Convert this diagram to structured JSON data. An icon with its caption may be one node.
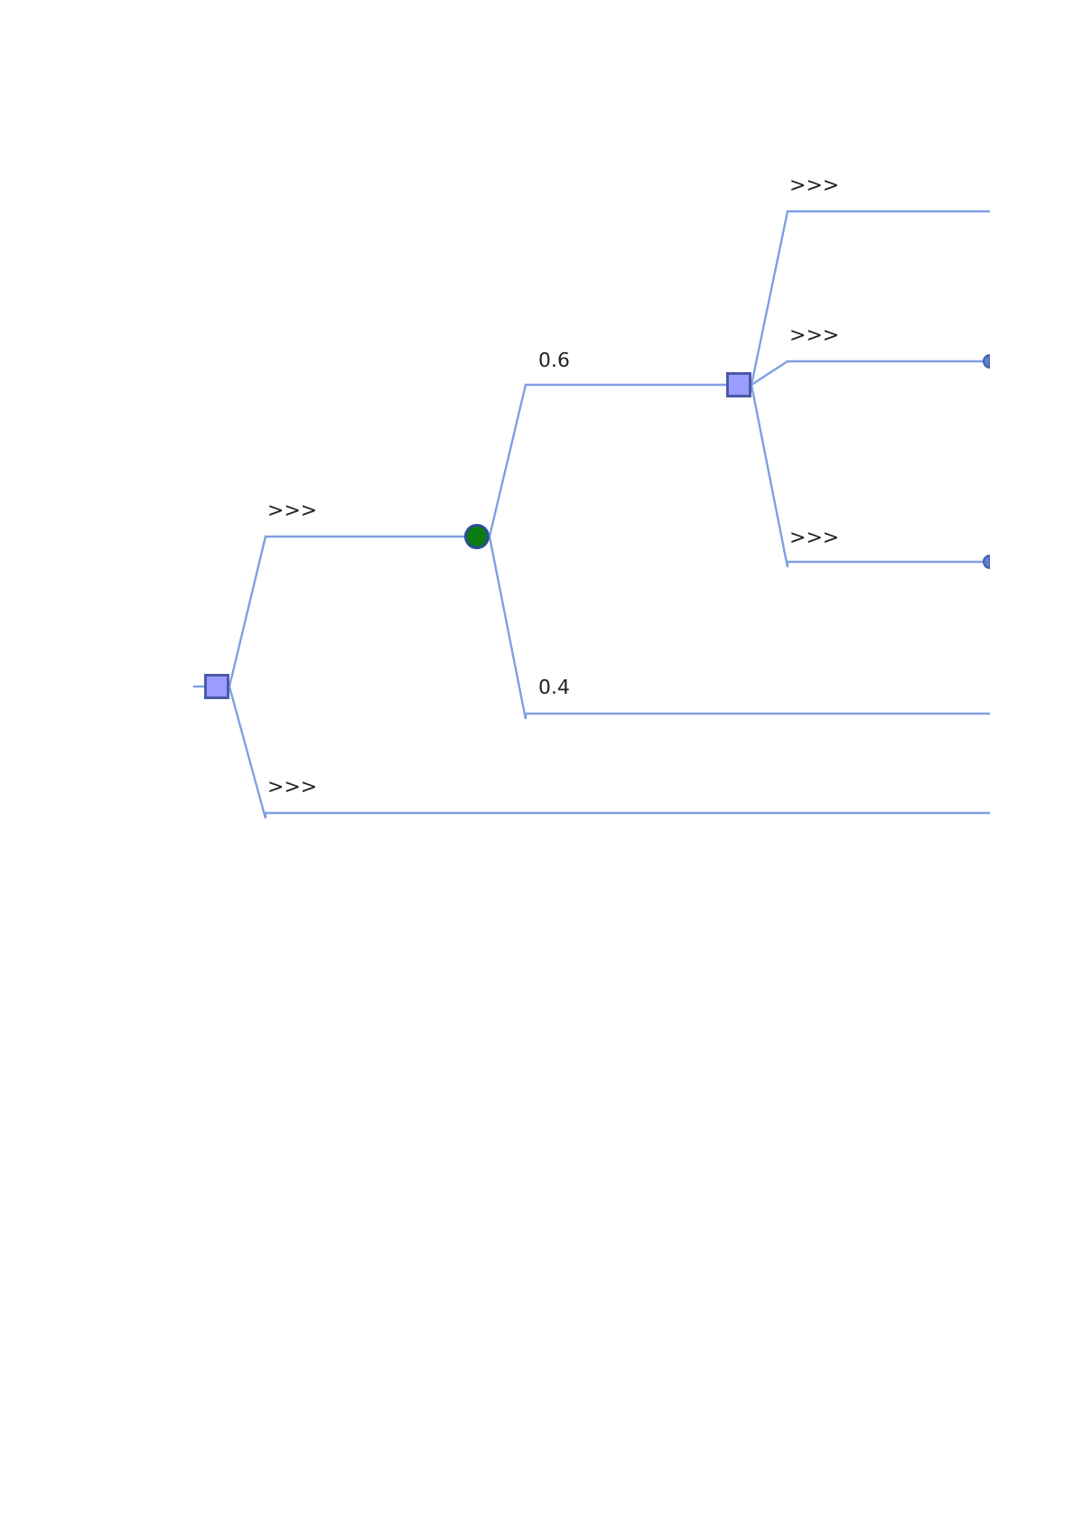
{
  "diagram": {
    "nodes": [
      {
        "text": [],
        "shape": "box"
      },
      {
        "text": [],
        "shape": "circle"
      },
      {
        "text": [],
        "shape": "box"
      },
      {
        "text": [],
        "shape": "circle"
      },
      {
        "text": [],
        "shape": "circle"
      }
    ],
    "edges": [
      {
        "from": null,
        "to": 0,
        "arrow": "none"
      },
      {
        "from": 0,
        "to": 1,
        "arrow": "none",
        "label": ">>>"
      },
      {
        "from": 0,
        "to": null,
        "arrow": "none",
        "label": ">>>"
      },
      {
        "from": 1,
        "to": 2,
        "arrow": "none",
        "label": "0.6"
      },
      {
        "from": 1,
        "to": null,
        "arrow": "none",
        "label": "0.4"
      },
      {
        "from": 2,
        "to": null,
        "arrow": "none",
        "label": ">>>"
      },
      {
        "from": 2,
        "to": 3,
        "arrow": "none",
        "label": ">>>"
      },
      {
        "from": 2,
        "to": 4,
        "arrow": "none",
        "label": ">>>"
      }
    ]
  }
}
